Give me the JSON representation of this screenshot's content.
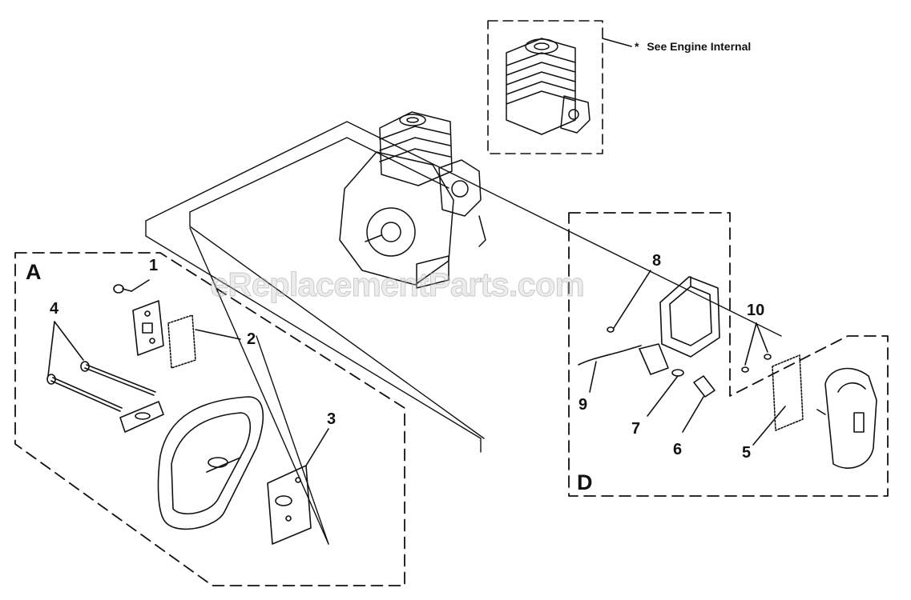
{
  "sections": {
    "a": "A",
    "d": "D"
  },
  "callouts": {
    "c1": "1",
    "c2": "2",
    "c3": "3",
    "c4": "4",
    "c5": "5",
    "c6": "6",
    "c7": "7",
    "c8": "8",
    "c9": "9",
    "c10": "10"
  },
  "reference_note": {
    "star": "*",
    "text": "See Engine Internal"
  },
  "watermark": "eReplacementParts.com",
  "colors": {
    "ink": "#111111",
    "paper": "#ffffff",
    "watermark": "#c8c8c8"
  }
}
